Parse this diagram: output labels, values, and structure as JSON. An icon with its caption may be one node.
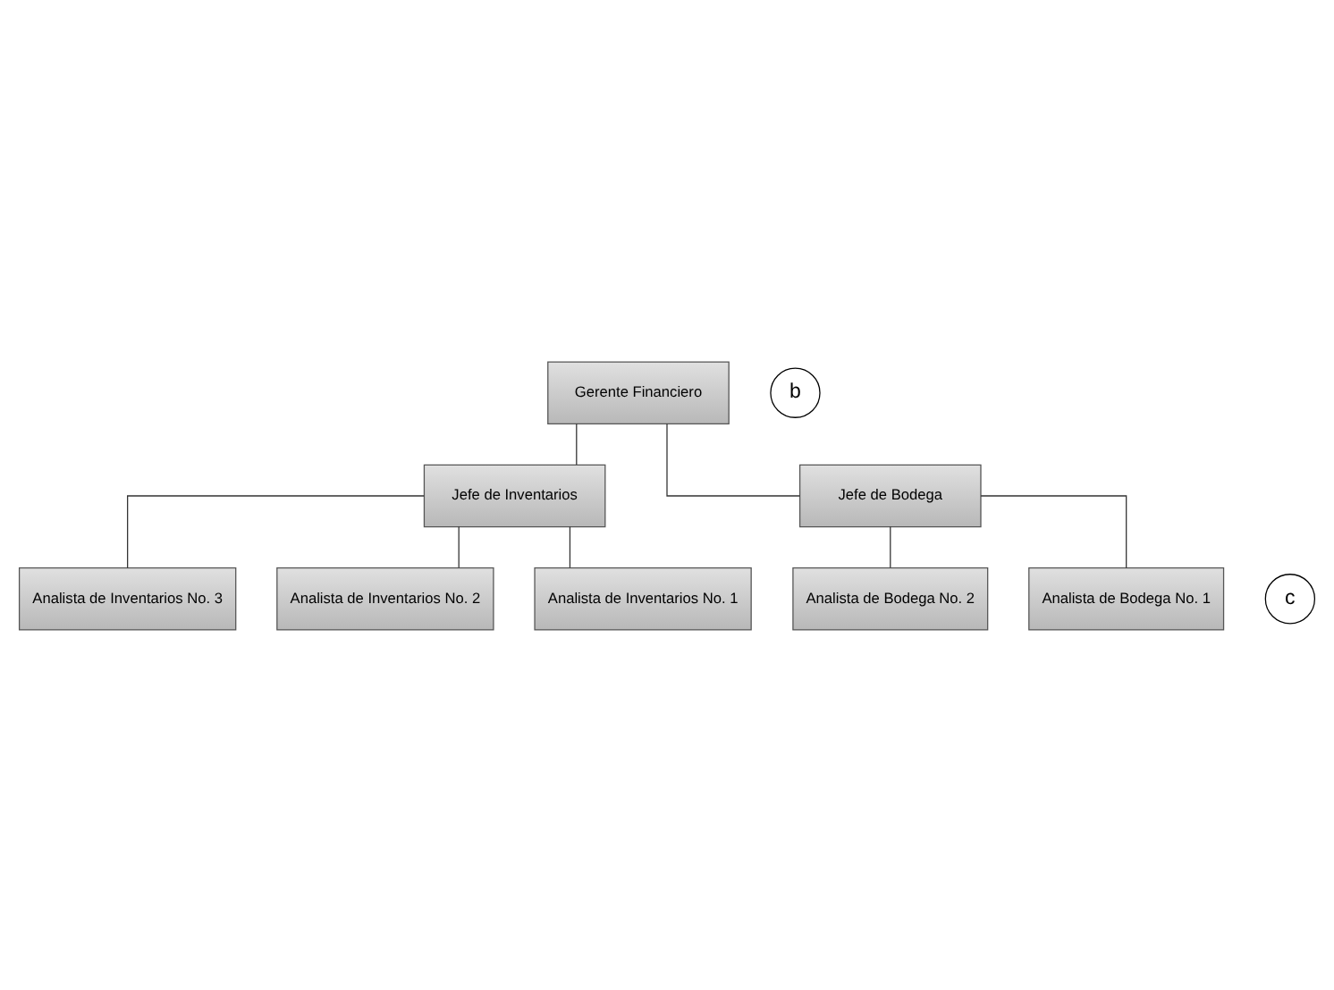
{
  "diagram": {
    "nodes": [
      {
        "text": [
          "Gerente Financiero"
        ]
      },
      {
        "text": [
          "b"
        ]
      },
      {
        "text": [
          "Jefe de Inventarios"
        ]
      },
      {
        "text": [
          "Jefe de Bodega"
        ]
      },
      {
        "text": [
          "Analista de Inventarios No. 3"
        ]
      },
      {
        "text": [
          "c"
        ]
      },
      {
        "text": [
          "Analista de Bodega No. 2"
        ]
      },
      {
        "text": [
          "Analista de Inventarios No. 2"
        ]
      },
      {
        "text": [
          "Analista de Bodega No. 1"
        ]
      },
      {
        "text": [
          "Analista de Inventarios No. 1"
        ]
      }
    ],
    "edges": [
      {
        "from": 0,
        "to": 2,
        "arrow": "none"
      },
      {
        "from": 0,
        "to": 3,
        "arrow": "none"
      },
      {
        "from": 2,
        "to": 4,
        "arrow": "none"
      },
      {
        "from": 2,
        "to": 7,
        "arrow": "none"
      },
      {
        "from": 2,
        "to": 9,
        "arrow": "none"
      },
      {
        "from": 3,
        "to": 6,
        "arrow": "none"
      },
      {
        "from": 3,
        "to": 8,
        "arrow": "none"
      }
    ]
  }
}
